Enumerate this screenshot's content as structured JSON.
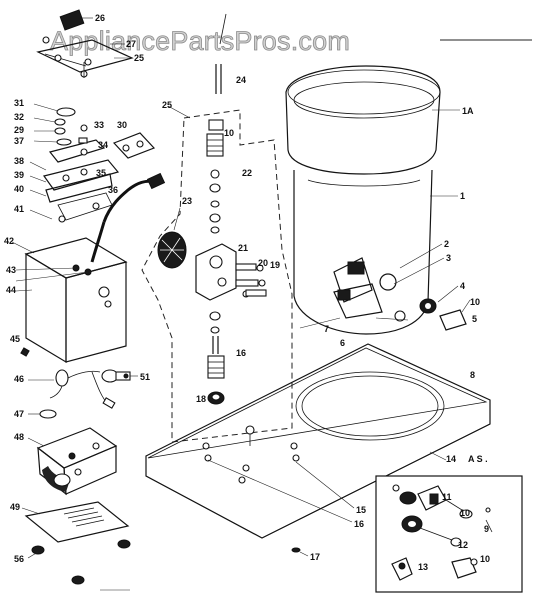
{
  "watermark": "AppliancePartsPros.com",
  "annotation_text": "A S .",
  "part_labels": {
    "p26": "26",
    "p27": "27",
    "p25": "25",
    "p24": "24",
    "p23": "23",
    "p22": "22",
    "p21": "21",
    "p20": "20",
    "p19": "19",
    "p18": "18",
    "p16": "16",
    "p10a": "10",
    "p10b": "10",
    "p10c": "10",
    "p10d": "10",
    "p1a": "1A",
    "p1": "1",
    "p2": "2",
    "p3": "3",
    "p4": "4",
    "p5": "5",
    "p6": "6",
    "p7": "7",
    "p8": "8",
    "p31": "31",
    "p32": "32",
    "p29": "29",
    "p37": "37",
    "p33": "33",
    "p30": "30",
    "p34": "34",
    "p35": "35",
    "p36": "36",
    "p38": "38",
    "p39": "39",
    "p40": "40",
    "p41": "41",
    "p42": "42",
    "p43": "43",
    "p44": "44",
    "p45": "45",
    "p46": "46",
    "p47": "47",
    "p48": "48",
    "p49": "49",
    "p51": "51",
    "p56": "56",
    "p14": "14",
    "p15": "15",
    "p17": "17",
    "p11": "11",
    "p12": "12",
    "p13": "13",
    "p9": "9"
  }
}
